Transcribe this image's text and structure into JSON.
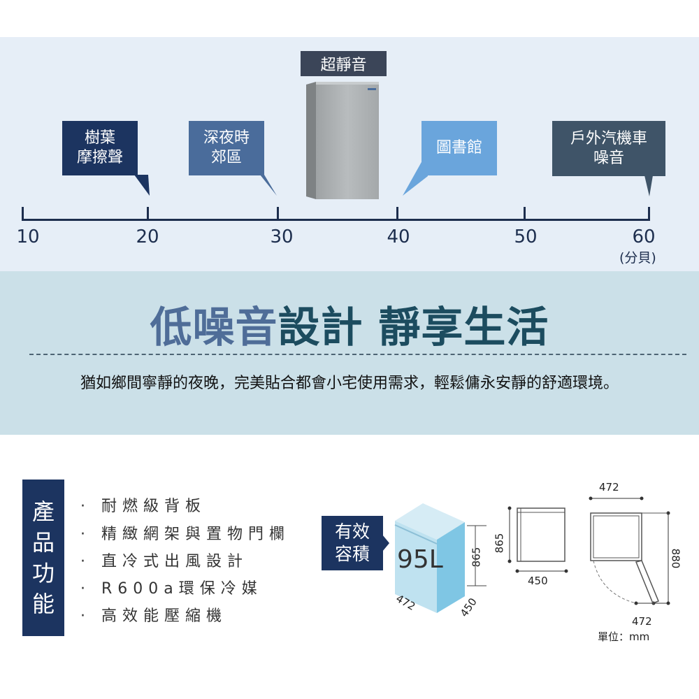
{
  "noise_scale": {
    "unit": "(分貝)",
    "ticks": [
      "10",
      "20",
      "30",
      "40",
      "50",
      "60"
    ],
    "product_label": "超靜音",
    "callouts": [
      {
        "line1": "樹葉",
        "line2": "摩擦聲",
        "db": 20,
        "color": "#1c3460"
      },
      {
        "line1": "深夜時",
        "line2": "郊區",
        "db": 30,
        "color": "#4a6c9b"
      },
      {
        "line1": "圖書館",
        "line2": "",
        "db": 40,
        "color": "#6aa5dc"
      },
      {
        "line1": "戶外汽機車",
        "line2": "噪音",
        "db": 60,
        "color": "#3f5468"
      }
    ]
  },
  "headline": {
    "part1": "低噪音",
    "part2": "設計 靜享生活",
    "subtitle": "猶如鄉間寧靜的夜晚，完美貼合都會小宅使用需求，輕鬆傭永安靜的舒適環境。"
  },
  "features": {
    "title_chars": [
      "產",
      "品",
      "功",
      "能"
    ],
    "items": [
      "· 耐燃級背板",
      "· 精緻網架與置物門欄",
      "· 直冷式出風設計",
      "· R600a環保冷媒",
      "· 高效能壓縮機"
    ]
  },
  "capacity": {
    "label_line1": "有效",
    "label_line2": "容積",
    "volume": "95L",
    "height": "865",
    "width": "472",
    "depth": "450"
  },
  "dimensions": {
    "side_height": "865",
    "side_depth": "450",
    "top_width": "472",
    "open_depth": "880",
    "door_width": "472",
    "unit": "單位：mm"
  }
}
